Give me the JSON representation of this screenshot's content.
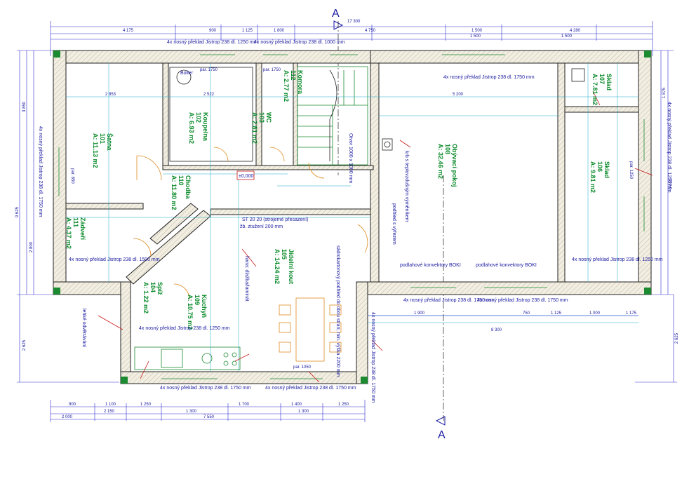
{
  "section_labels": [
    "A",
    "A"
  ],
  "rooms": [
    {
      "id": "S101",
      "name": "Šatna",
      "code": "101",
      "area": "A: 11.13 m2"
    },
    {
      "id": "S102",
      "name": "Koupelna",
      "code": "102",
      "area": "A: 6.93 m2"
    },
    {
      "id": "S103",
      "name": "WC",
      "code": "103",
      "area": "A: 2.81 m2"
    },
    {
      "id": "S104",
      "name": "Spíž",
      "code": "104",
      "area": "A: 1.22 m2"
    },
    {
      "id": "S105",
      "name": "Jídelní kout",
      "code": "105",
      "area": "A: 14.24 m2"
    },
    {
      "id": "S106",
      "name": "Sklad",
      "code": "106",
      "area": "A: 9.81 m2"
    },
    {
      "id": "S107",
      "name": "Sklad",
      "code": "107",
      "area": "A: 7.81 m2"
    },
    {
      "id": "S108",
      "name": "Obývací pokoj",
      "code": "108",
      "area": "A: 32.46 m2"
    },
    {
      "id": "S109",
      "name": "Kuchyň",
      "code": "109",
      "area": "A: 10.75 m2"
    },
    {
      "id": "S110",
      "name": "Chodba",
      "code": "110",
      "area": "A: 11.80 m2"
    },
    {
      "id": "S111",
      "name": "Zádveří",
      "code": "111",
      "area": "A: 4.37 m2"
    },
    {
      "id": "S112",
      "name": "Komora",
      "code": "112",
      "area": "A: 2.77 m2"
    }
  ],
  "lintels": {
    "l1250": "4x nosný překlad Jistrop 238 dl. 1250 mm",
    "l1000": "4x nosný překlad Jistrop 238 dl. 1000 mm",
    "l1750": "4x nosný překlad Jistrop 238 dl. 1750 mm",
    "l1500": "4x nosný překlad Jistrop 238 dl. 1500 mm"
  },
  "notes": {
    "boiler": "Boiler",
    "elev": "±0,000",
    "stair_hole": "Otvor 1000 x 1000 mm",
    "ztuz": "žb. ztužení 200 mm",
    "beam": "ST 20 20 (strojemé přesazení)",
    "hana": "hana: dlažba/laminát",
    "radiator": "podlahové konvektory BOKI",
    "soffit": "sádrokartonový podhled do obou stran; min. výška 2200 mm",
    "ventilation": "lehké odvětrávání",
    "fireplace": "krb s teplovzdušným výměníkem",
    "bench": "podhled s výřezem"
  },
  "dims": {
    "top_1": "4 175",
    "top_2": "900",
    "top_3": "1 125",
    "top_4": "1 800",
    "top_5": "4 750",
    "top_6": "1 500",
    "top_7": "4 280",
    "top_8": "17 300",
    "top_9": "1 500",
    "top_10": "1 500",
    "bot_1": "900",
    "bot_2": "1 100",
    "bot_3": "1 250",
    "bot_4": "1 700",
    "bot_5": "1 400",
    "bot_6": "1 250",
    "bot_7": "2 000",
    "bot_8": "2 150",
    "bot_9": "1 300",
    "bot_10": "1 300",
    "bot_11": "7 550",
    "right_1": "1 875",
    "right_2": "9 000",
    "right_3": "2 625",
    "left_1": "3 850",
    "left_2": "9 625",
    "left_3": "2 625",
    "left_4": "2 800",
    "mid_1": "5 200",
    "mid_2": "2 853",
    "mid_3": "2 522",
    "mid_4": "8 300",
    "mid_5": "1 900",
    "mid_6": "750",
    "mid_7": "1 125",
    "mid_8": "1 000",
    "mid_9": "1 175",
    "par_1": "par. 1750",
    "par_2": "par. 1750",
    "par_3": "par. 850",
    "par_4": "par. 1050",
    "par_5": "par. 1250"
  }
}
